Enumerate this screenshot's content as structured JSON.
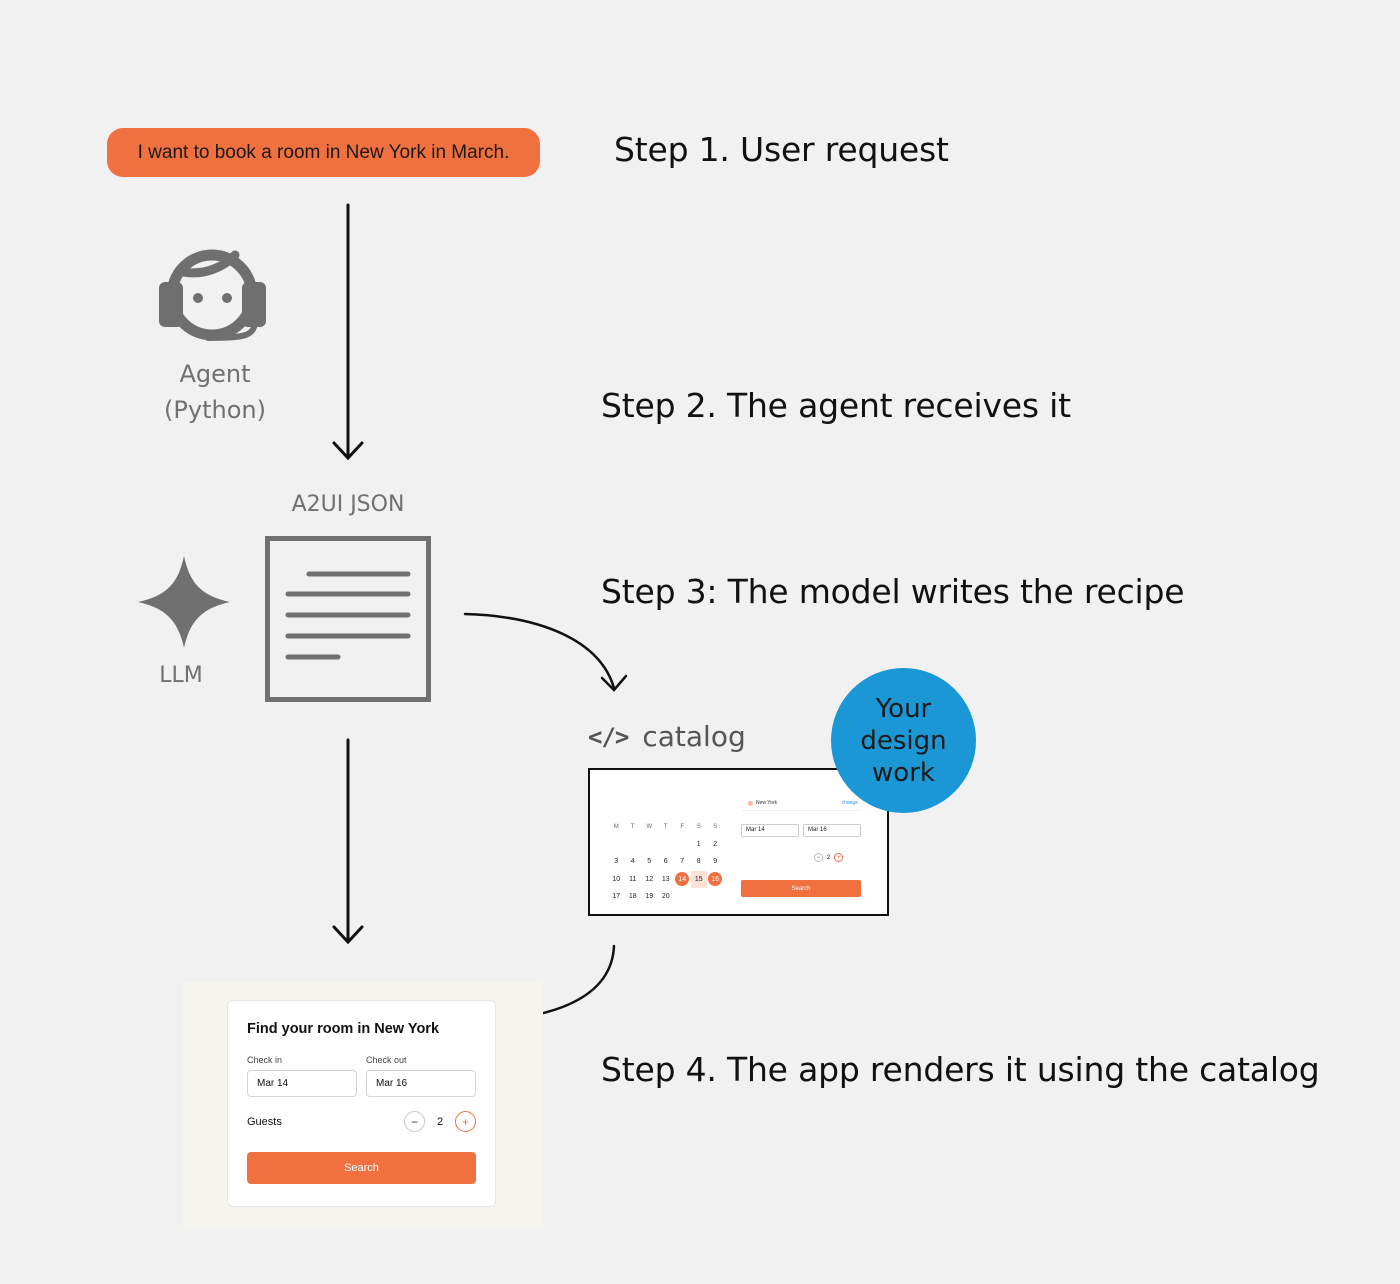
{
  "request": {
    "text": "I want to book a room in New York in March."
  },
  "steps": {
    "step1": "Step 1. User request",
    "step2": "Step 2. The agent receives it",
    "step3": "Step 3: The model writes the recipe",
    "step4": "Step 4. The app renders it using the catalog"
  },
  "agent": {
    "line1": "Agent",
    "line2": "(Python)",
    "icon": "headset-agent-icon"
  },
  "llm": {
    "label": "LLM",
    "icon": "sparkle-icon"
  },
  "doc": {
    "label": "A2UI JSON",
    "icon": "document-icon"
  },
  "catalog": {
    "code_glyph": "</>",
    "label": "catalog",
    "preview": {
      "weekdays": [
        "M",
        "T",
        "W",
        "T",
        "F",
        "S",
        "S"
      ],
      "days": [
        [
          "",
          "",
          "",
          "",
          "",
          "1",
          "2"
        ],
        [
          "3",
          "4",
          "5",
          "6",
          "7",
          "8",
          "9"
        ],
        [
          "10",
          "11",
          "12",
          "13",
          "14",
          "15",
          "16"
        ],
        [
          "17",
          "18",
          "19",
          "20",
          "",
          "",
          ""
        ]
      ],
      "selected": [
        "14",
        "16"
      ],
      "range": [
        "15"
      ],
      "location": "New York",
      "change": "change",
      "check_in": "Mar 14",
      "check_out": "Mar 16",
      "guests": "2",
      "minus": "−",
      "plus": "+",
      "search": "Search"
    }
  },
  "badge": {
    "line1": "Your",
    "line2": "design",
    "line3": "work"
  },
  "app": {
    "title": "Find your room in New York",
    "check_in_label": "Check in",
    "check_out_label": "Check out",
    "check_in": "Mar 14",
    "check_out": "Mar 16",
    "guests_label": "Guests",
    "guests": "2",
    "minus": "−",
    "plus": "+",
    "search": "Search"
  },
  "colors": {
    "accent": "#f07040",
    "badge": "#1a97d4",
    "icon_gray": "#707070",
    "background": "#f1f1f1"
  }
}
